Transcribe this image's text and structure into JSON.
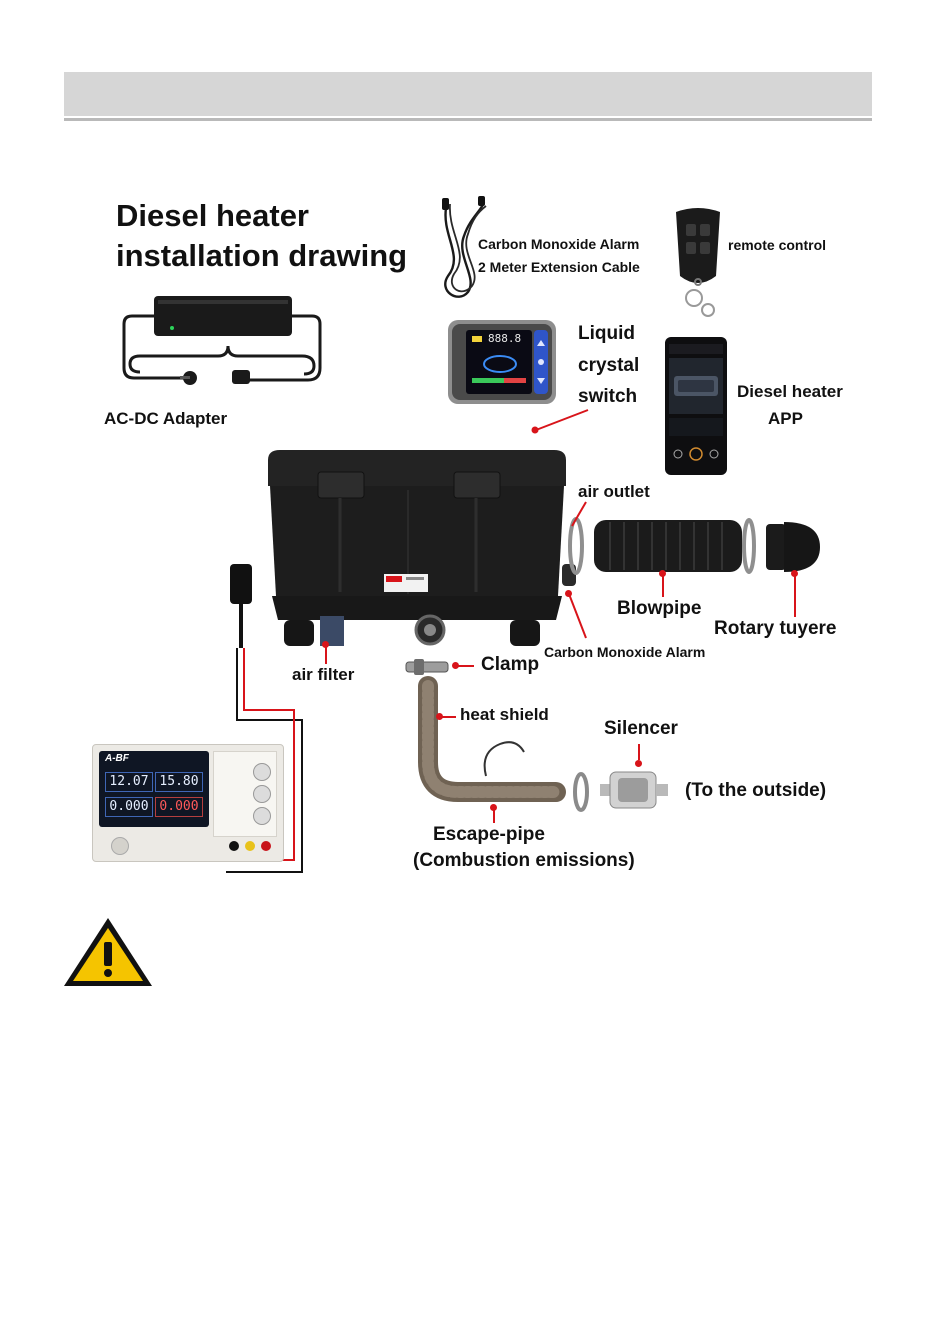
{
  "title": {
    "line1": "Diesel heater",
    "line2": "installation drawing"
  },
  "labels": {
    "co_cable_line1": "Carbon Monoxide Alarm",
    "co_cable_line2": "2 Meter Extension Cable",
    "remote_control": "remote control",
    "lcd_line1": "Liquid",
    "lcd_line2": "crystal",
    "lcd_line3": "switch",
    "ac_dc_adapter": "AC-DC Adapter",
    "app_line1": "Diesel heater",
    "app_line2": "APP",
    "air_outlet": "air outlet",
    "blowpipe": "Blowpipe",
    "rotary_tuyere": "Rotary tuyere",
    "co_alarm": "Carbon Monoxide Alarm",
    "air_filter": "air filter",
    "clamp": "Clamp",
    "heat_shield": "heat shield",
    "silencer": "Silencer",
    "to_outside": "(To the outside)",
    "escape_pipe": "Escape-pipe",
    "combustion": "(Combustion emissions)"
  },
  "power_supply": {
    "brand": "A-BF",
    "v1": "12.07",
    "a1": "15.80",
    "v2": "0.000",
    "a2": "0.000"
  },
  "lcd_display": {
    "reading": "888.8"
  },
  "colors": {
    "header_bar": "#d6d6d6",
    "pointer_red": "#d8141a",
    "warning_yellow": "#f5c400",
    "device_black": "#1d1d1d"
  },
  "icons": [
    "warning-triangle-icon"
  ]
}
